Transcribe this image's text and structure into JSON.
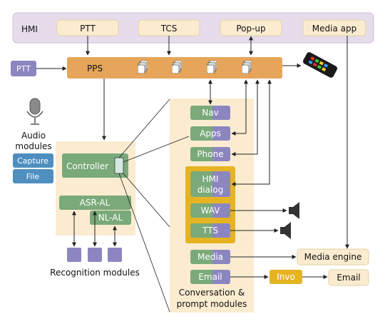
{
  "hmi": {
    "label": "HMI",
    "boxes": [
      "PTT",
      "TCS",
      "Pop-up",
      "Media app"
    ]
  },
  "ptt_input": "PTT",
  "pps": "PPS",
  "audio": {
    "label_line1": "Audio",
    "label_line2": "modules",
    "capture": "Capture",
    "file": "File"
  },
  "recognition": {
    "controller": "Controller",
    "asr": "ASR-AL",
    "nl": "NL-AL",
    "label": "Recognition modules"
  },
  "conversation": {
    "nav": "Nav",
    "apps": "Apps",
    "phone": "Phone",
    "hmi_dialog_line1": "HMI",
    "hmi_dialog_line2": "dialog",
    "wav": "WAV",
    "tts": "TTS",
    "media": "Media",
    "email": "Email",
    "label_line1": "Conversation &",
    "label_line2": "prompt modules"
  },
  "media_engine": "Media engine",
  "invo": "Invo",
  "email_out": "Email",
  "colors": {
    "hmi_bg": "#e6dcec",
    "cream": "#fbecd0",
    "pps": "#e6a55a",
    "green": "#78a878",
    "purple": "#8d86c0",
    "blue": "#4f8fbf",
    "gold": "#e6b422"
  }
}
